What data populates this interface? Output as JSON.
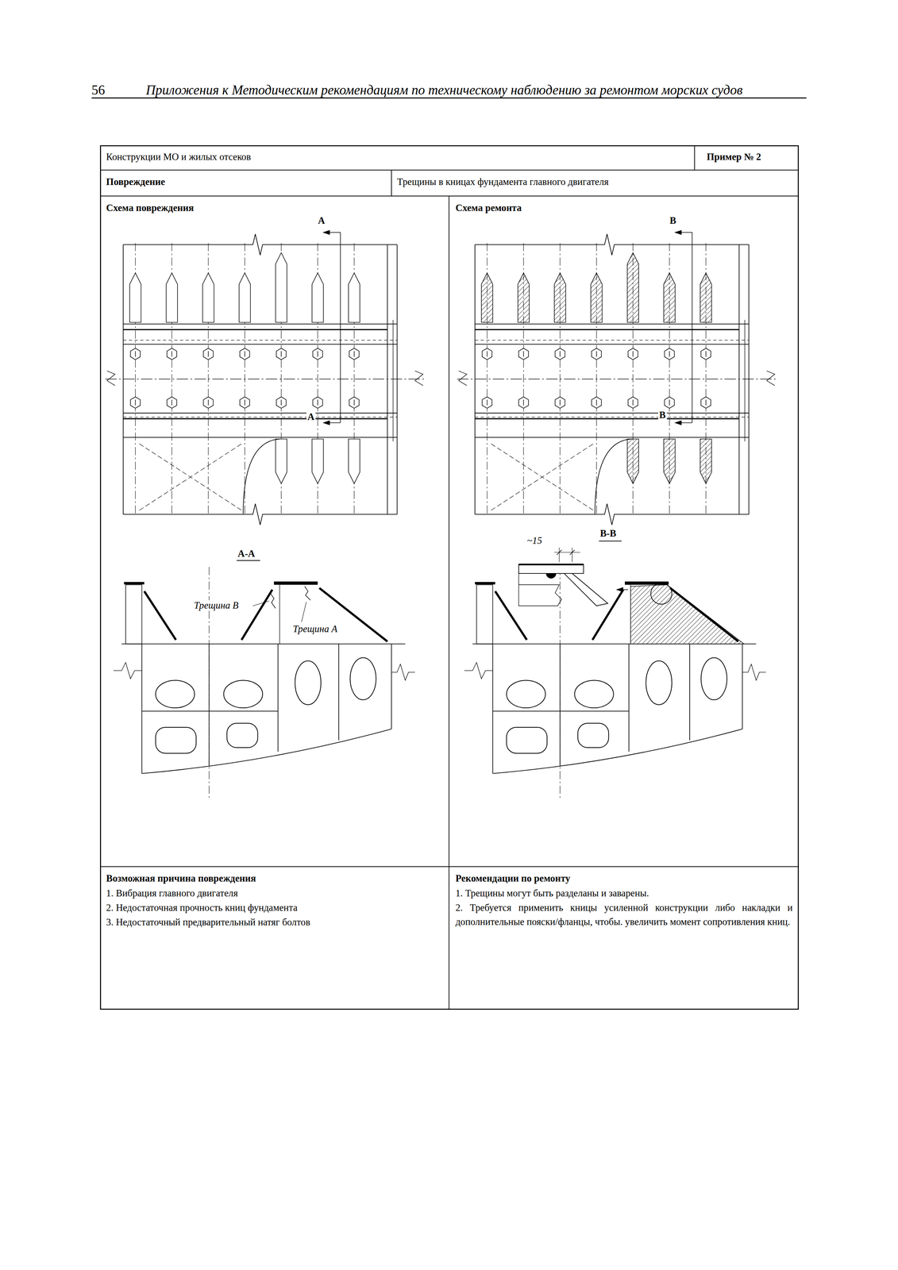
{
  "diagram": {
    "labels": [
      "56",
      "Приложения к Методическим рекомендациям по техническому наблюдению за ремонтом морских судов",
      "Конструкции МО и жилых отсеков",
      "Пример № 2",
      "Повреждение",
      "Трещины в кницах фундамента главного двигателя",
      "Схема повреждения",
      "Схема ремонта",
      "А",
      "А",
      "А-А",
      "Трещина В",
      "Трещина А",
      "В",
      "В",
      "В-В",
      "~15",
      "Возможная причина повреждения",
      "1. Вибрация главного двигателя",
      "2. Недостаточная прочность книц фундамента",
      "3. Недостаточный предварительный натяг болтов",
      "Рекомендации по ремонту",
      "1. Трещины могут быть разделаны и заварены.",
      "2. Требуется применить кницы усиленной конструкции либо накладки и дополнительные пояски/фланцы, чтобы. увеличить момент сопротивления книц."
    ]
  }
}
